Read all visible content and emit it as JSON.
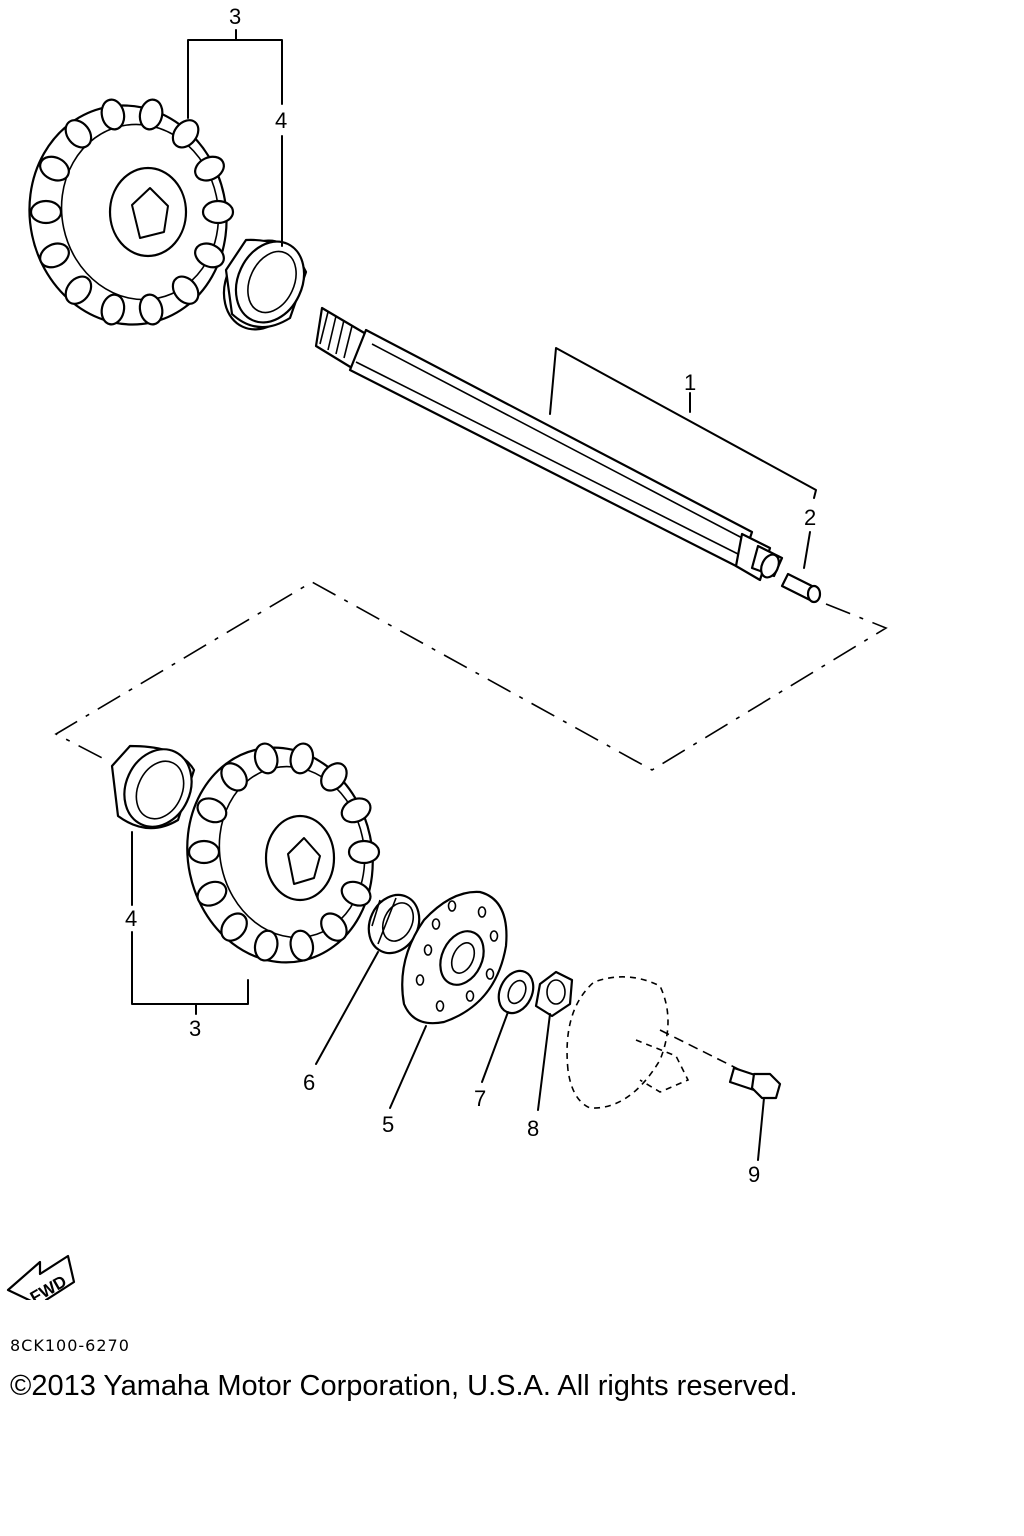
{
  "diagram": {
    "callouts": {
      "c1": "1",
      "c2": "2",
      "c3_top": "3",
      "c3_bottom": "3",
      "c4_top": "4",
      "c4_bottom": "4",
      "c5": "5",
      "c6": "6",
      "c7": "7",
      "c8": "8",
      "c9": "9"
    },
    "fwd_label": "FWD",
    "diagram_code": "8CK100-6270"
  },
  "footer": {
    "copyright": "©2013 Yamaha Motor Corporation, U.S.A. All rights reserved."
  }
}
